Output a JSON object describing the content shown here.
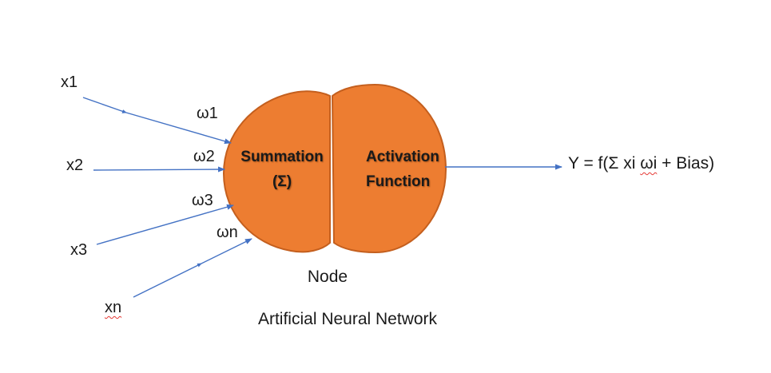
{
  "diagram": {
    "title": "Artificial Neural Network",
    "node_caption": "Node",
    "inputs": [
      {
        "label": "x1"
      },
      {
        "label": "x2"
      },
      {
        "label": "x3"
      },
      {
        "label": "xn"
      }
    ],
    "weights": [
      "ω1",
      "ω2",
      "ω3",
      "ωn"
    ],
    "summation": {
      "line1": "Summation",
      "line2": "(Σ)"
    },
    "activation": {
      "line1": "Activation",
      "line2": "Function"
    },
    "output": {
      "prefix": "Y = f(Σ xi ",
      "word": "ωi",
      "suffix": " + Bias)"
    }
  },
  "colors": {
    "node_fill": "#ED7D31",
    "node_stroke": "#C45F1E",
    "arrow_blue": "#4472C4",
    "text": "#1a1a1a",
    "squiggle_red": "#E53935"
  }
}
